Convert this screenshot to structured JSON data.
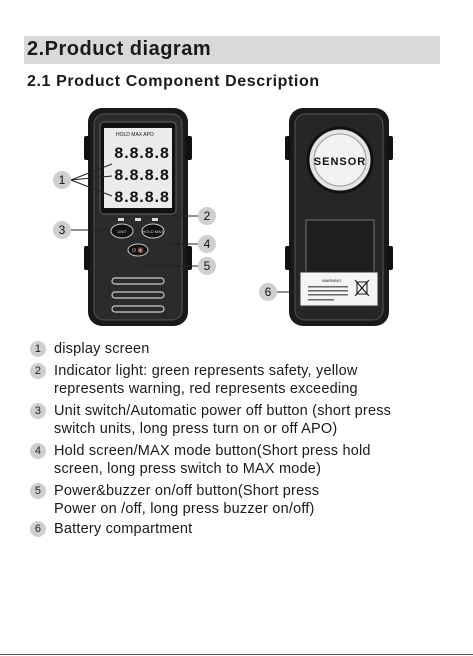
{
  "heading": "2.Product diagram",
  "subheading": "2.1 Product Component Description",
  "device": {
    "lcd_header": "HOLD MAX APO",
    "lcd_rows": [
      "8.8.8.8",
      "8.8.8.8",
      "8.8.8.8"
    ],
    "button_labels": [
      "UNIT",
      "HOLD MAX",
      "⏻ 🔇"
    ],
    "sensor_label": "SENSOR",
    "battery_label": "WARNING"
  },
  "callouts": [
    "1",
    "2",
    "3",
    "4",
    "5",
    "6"
  ],
  "items": [
    {
      "num": "1",
      "text": "display screen"
    },
    {
      "num": "2",
      "text": "Indicator light: green represents safety, yellow\nrepresents warning, red represents exceeding"
    },
    {
      "num": "3",
      "text": "Unit switch/Automatic power off  button (short press\nswitch units, long press turn on or off APO)"
    },
    {
      "num": "4",
      "text": "Hold screen/MAX mode  button(Short press hold\nscreen, long press switch to MAX mode)"
    },
    {
      "num": "5",
      "text": "Power&buzzer on/off  button(Short press\nPower on /off, long press buzzer on/off)"
    },
    {
      "num": "6",
      "text": "Battery compartment"
    }
  ]
}
